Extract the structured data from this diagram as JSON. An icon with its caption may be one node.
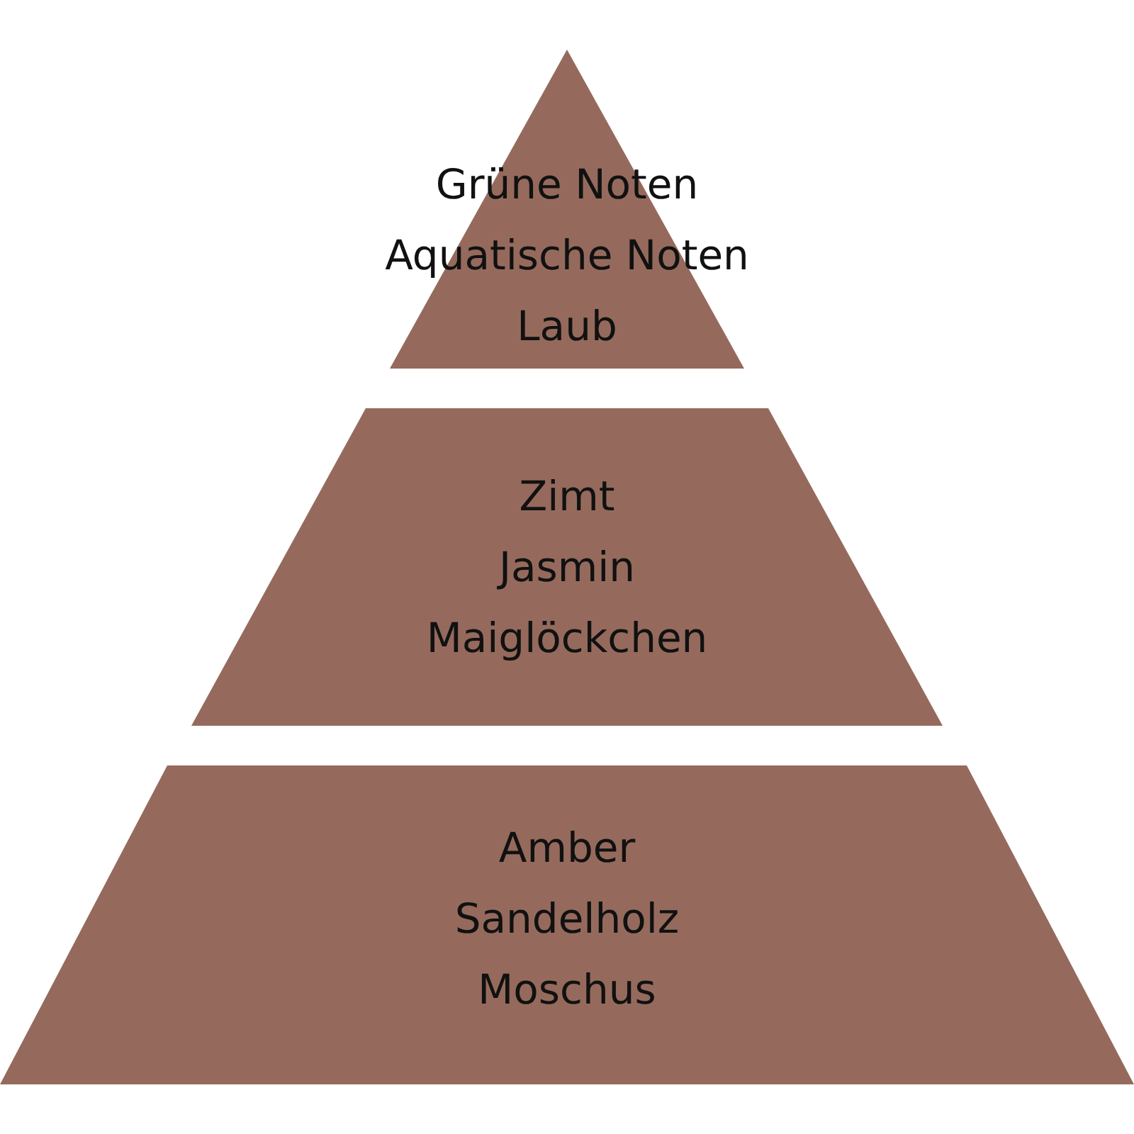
{
  "diagram": {
    "nodes": [
      {
        "text": [
          "Grüne Noten",
          "Aquatische Noten",
          "Laub"
        ]
      },
      {
        "text": [
          "Zimt",
          "Jasmin",
          "Maiglöckchen"
        ]
      },
      {
        "text": [
          "Amber",
          "Sandelholz",
          "Moschus"
        ]
      }
    ]
  }
}
